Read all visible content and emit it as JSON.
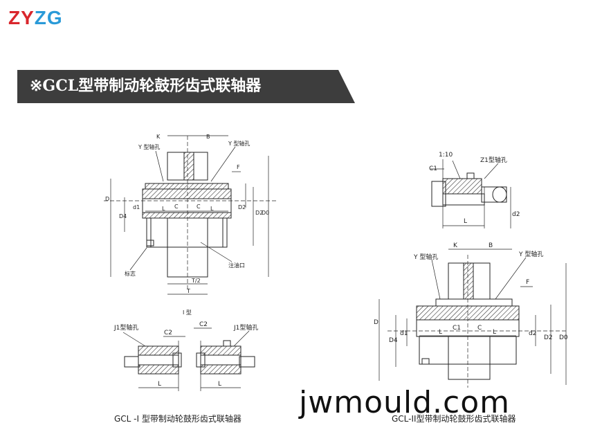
{
  "logo": {
    "part1": "ZY",
    "part2": "ZG"
  },
  "banner": {
    "title": "※GCL型带制动轮鼓形齿式联轴器"
  },
  "colors": {
    "logo_red": "#d9262c",
    "logo_blue": "#2a9ad8",
    "banner": "#3d3d3d"
  },
  "fig1": {
    "labels": {
      "K": "K",
      "B": "B",
      "y_left": "Y 型轴孔",
      "y_right": "Y 型轴孔",
      "F": "F",
      "D": "D",
      "D4": "D4",
      "d1": "d1",
      "D2": "D2",
      "D0": "D0",
      "L_left": "L",
      "L_right": "L",
      "C_left": "C",
      "C_right": "C",
      "biaozhi": "标志",
      "zhuyoukou": "注油口",
      "T2": "T/2",
      "T": "T",
      "type": "I 型"
    },
    "bottom": {
      "j1_left": "J1型轴孔",
      "j1_right": "J1型轴孔",
      "C2_left": "C2",
      "C2_right": "C2",
      "L_left": "L",
      "L_right": "L"
    }
  },
  "fig2": {
    "top": {
      "taper": "1:10",
      "c1": "C1",
      "z1": "Z1型轴孔",
      "d2": "d2",
      "L": "L"
    },
    "main": {
      "K": "K",
      "B": "B",
      "y_left": "Y 型轴孔",
      "y_right": "Y 型轴孔",
      "F": "F",
      "D": "D",
      "D4": "D4",
      "d1": "d1",
      "d2": "d2",
      "D2": "D2",
      "D0": "D0",
      "L_left": "L",
      "L_right": "L",
      "C1": "C1",
      "C": "C"
    }
  },
  "captions": {
    "left": "GCL -I 型带制动轮鼓形齿式联轴器",
    "right": "GCL-II型带制动轮鼓形齿式联轴器"
  },
  "watermark": "jwmould.com"
}
